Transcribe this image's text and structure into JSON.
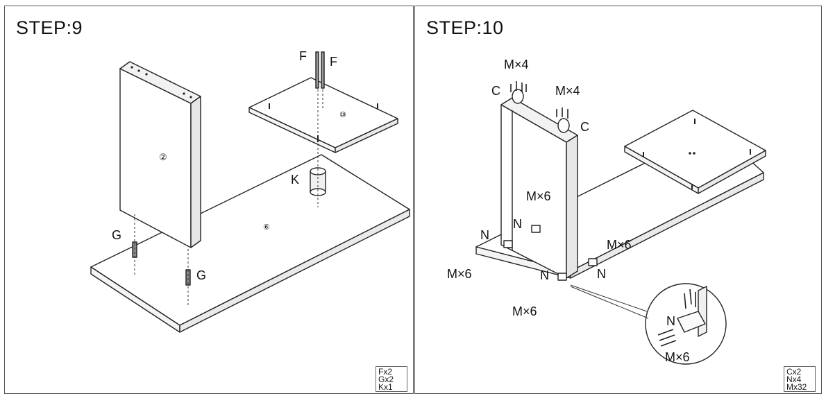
{
  "step9": {
    "title": "STEP:9",
    "labels": {
      "f1": "F",
      "f2": "F",
      "k": "K",
      "g1": "G",
      "g2": "G",
      "panel2": "②",
      "shelf": "⑩",
      "base": "⑥"
    },
    "legend": [
      "Fx2",
      "Gx2",
      "Kx1"
    ]
  },
  "step10": {
    "title": "STEP:10",
    "labels": {
      "m4a": "M×4",
      "m4b": "M×4",
      "c1": "C",
      "c2": "C",
      "m6center": "M×6",
      "n1": "N",
      "n2": "N",
      "n3": "N",
      "n4": "N",
      "m6right": "M×6",
      "m6left": "M×6",
      "m6bottom": "M×6",
      "ndetail": "N",
      "m6detail": "M×6"
    },
    "legend": [
      "Cx2",
      "Nx4",
      "Mx32"
    ]
  }
}
